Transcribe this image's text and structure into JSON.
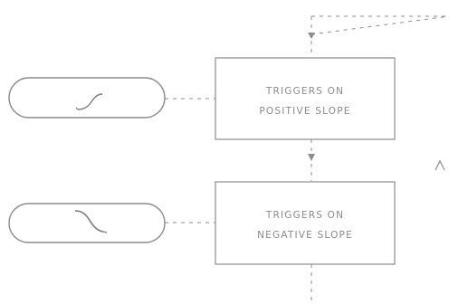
{
  "diagram": {
    "boxes": [
      {
        "line1": "TRIGGERS ON",
        "line2": "POSITIVE SLOPE"
      },
      {
        "line1": "TRIGGERS ON",
        "line2": "NEGATIVE SLOPE"
      }
    ],
    "buttons": [
      {
        "icon": "positive-slope-icon"
      },
      {
        "icon": "negative-slope-icon"
      }
    ],
    "colors": {
      "line": "#8c8c8c",
      "text": "#8a8a8a",
      "background": "#ffffff"
    }
  }
}
